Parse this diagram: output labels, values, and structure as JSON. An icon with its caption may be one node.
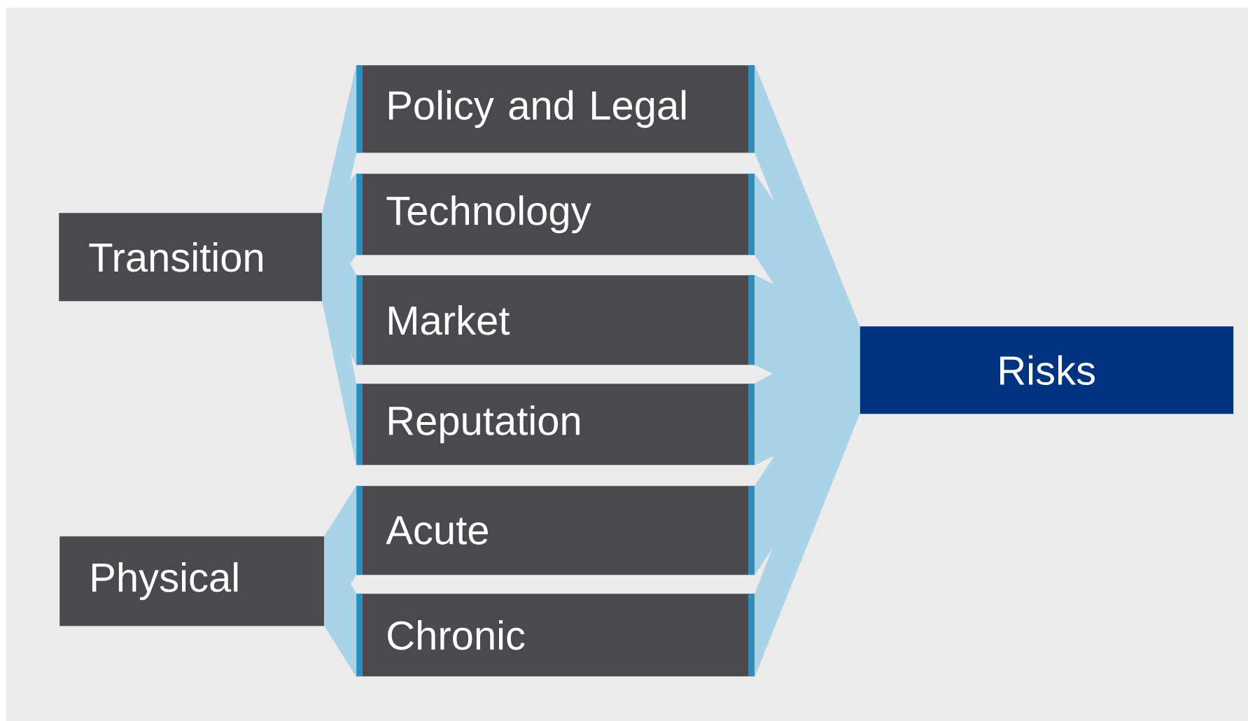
{
  "diagram": {
    "nodes": [
      {
        "text": [
          "Transition"
        ]
      },
      {
        "text": [
          "Policy and Legal"
        ]
      },
      {
        "text": [
          "Technology"
        ]
      },
      {
        "text": [
          "Market"
        ]
      },
      {
        "text": [
          "Reputation"
        ]
      },
      {
        "text": [
          "Physical"
        ]
      },
      {
        "text": [
          "Acute"
        ]
      },
      {
        "text": [
          "Chronic"
        ]
      },
      {
        "text": [
          "Risks"
        ]
      }
    ],
    "edges": [
      {
        "from": 0,
        "to": 1,
        "arrow": "none"
      },
      {
        "from": 0,
        "to": 2,
        "arrow": "none"
      },
      {
        "from": 0,
        "to": 3,
        "arrow": "none"
      },
      {
        "from": 0,
        "to": 4,
        "arrow": "none"
      },
      {
        "from": 5,
        "to": 6,
        "arrow": "none"
      },
      {
        "from": 5,
        "to": 7,
        "arrow": "none"
      },
      {
        "from": 1,
        "to": 8,
        "arrow": "none"
      },
      {
        "from": 2,
        "to": 8,
        "arrow": "none"
      },
      {
        "from": 3,
        "to": 8,
        "arrow": "none"
      },
      {
        "from": 4,
        "to": 8,
        "arrow": "none"
      },
      {
        "from": 6,
        "to": 8,
        "arrow": "none"
      },
      {
        "from": 7,
        "to": 8,
        "arrow": "none"
      }
    ]
  }
}
